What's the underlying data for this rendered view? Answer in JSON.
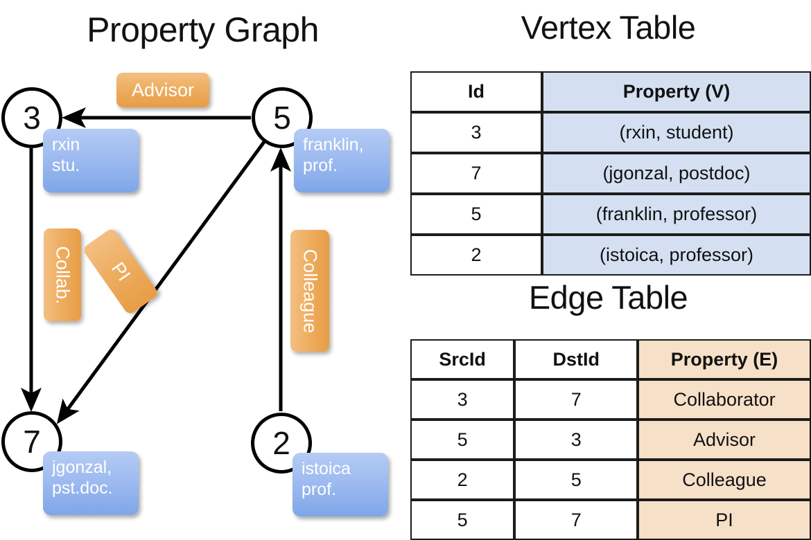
{
  "titles": {
    "property_graph": "Property Graph",
    "vertex_table": "Vertex Table",
    "edge_table": "Edge Table"
  },
  "graph": {
    "nodes": [
      {
        "id": "3",
        "label": "3",
        "property_line1": "rxin",
        "property_line2": "stu."
      },
      {
        "id": "5",
        "label": "5",
        "property_line1": "franklin,",
        "property_line2": "prof."
      },
      {
        "id": "7",
        "label": "7",
        "property_line1": "jgonzal,",
        "property_line2": "pst.doc."
      },
      {
        "id": "2",
        "label": "2",
        "property_line1": "istoica",
        "property_line2": "prof."
      }
    ],
    "edge_labels": [
      {
        "name": "advisor",
        "text": "Advisor"
      },
      {
        "name": "collab",
        "text": "Collab."
      },
      {
        "name": "pi",
        "text": "PI"
      },
      {
        "name": "colleague",
        "text": "Colleague"
      }
    ]
  },
  "vertex_table": {
    "headers": [
      "Id",
      "Property (V)"
    ],
    "rows": [
      {
        "id": "3",
        "property": "(rxin, student)"
      },
      {
        "id": "7",
        "property": "(jgonzal, postdoc)"
      },
      {
        "id": "5",
        "property": "(franklin, professor)"
      },
      {
        "id": "2",
        "property": "(istoica, professor)"
      }
    ]
  },
  "edge_table": {
    "headers": [
      "SrcId",
      "DstId",
      "Property (E)"
    ],
    "rows": [
      {
        "src": "3",
        "dst": "7",
        "property": "Collaborator"
      },
      {
        "src": "5",
        "dst": "3",
        "property": "Advisor"
      },
      {
        "src": "2",
        "dst": "5",
        "property": "Colleague"
      },
      {
        "src": "5",
        "dst": "7",
        "property": "PI"
      }
    ]
  },
  "colors": {
    "vertex_property_fill": "#d4e0f2",
    "edge_property_fill": "#f7e0c8",
    "node_property_box": "#9dbaf0",
    "edge_label_box": "#eeae61",
    "stroke": "#000000"
  }
}
